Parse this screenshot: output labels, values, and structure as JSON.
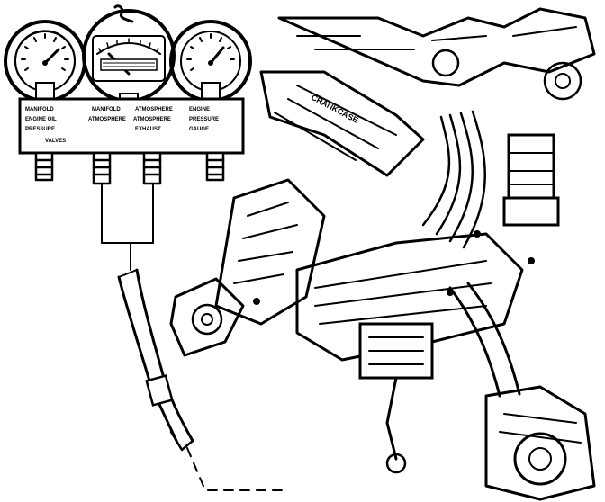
{
  "diagram": {
    "colors": {
      "ink": "#000000",
      "paper": "#ffffff"
    },
    "gauge_set": {
      "gauges": [
        {
          "name": "left-gauge-icon"
        },
        {
          "name": "center-gauge-icon"
        },
        {
          "name": "right-gauge-icon"
        }
      ],
      "panel_top_labels": [
        "MANIFOLD",
        "MANIFOLD",
        "ATMOSPHERE",
        "ENGINE"
      ],
      "panel_row2_labels": [
        "ENGINE OIL",
        "ATMOSPHERE",
        "ATMOSPHERE",
        "PRESSURE"
      ],
      "panel_row3_labels": [
        "PRESSURE",
        "",
        "EXHAUST",
        "GAUGE"
      ],
      "brand_label": "VALVES",
      "fittings_count": 4
    },
    "engine_label": "CRANKCASE"
  }
}
